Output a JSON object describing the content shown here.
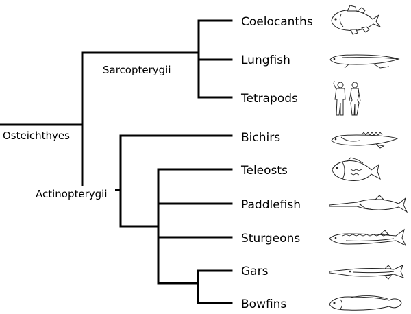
{
  "root_label": "Osteichthyes",
  "clades": {
    "sarcopterygii": "Sarcopterygii",
    "actinopterygii": "Actinopterygii"
  },
  "taxa": [
    {
      "label": "Coelocanths",
      "icon": "coelacanth-icon"
    },
    {
      "label": "Lungfish",
      "icon": "lungfish-icon"
    },
    {
      "label": "Tetrapods",
      "icon": "humans-icon"
    },
    {
      "label": "Bichirs",
      "icon": "bichir-icon"
    },
    {
      "label": "Teleosts",
      "icon": "teleost-fish-icon"
    },
    {
      "label": "Paddlefish",
      "icon": "paddlefish-icon"
    },
    {
      "label": "Sturgeons",
      "icon": "sturgeon-icon"
    },
    {
      "label": "Gars",
      "icon": "gar-icon"
    },
    {
      "label": "Bowfins",
      "icon": "bowfin-icon"
    }
  ],
  "colors": {
    "lines": "#000000",
    "background": "#ffffff"
  }
}
